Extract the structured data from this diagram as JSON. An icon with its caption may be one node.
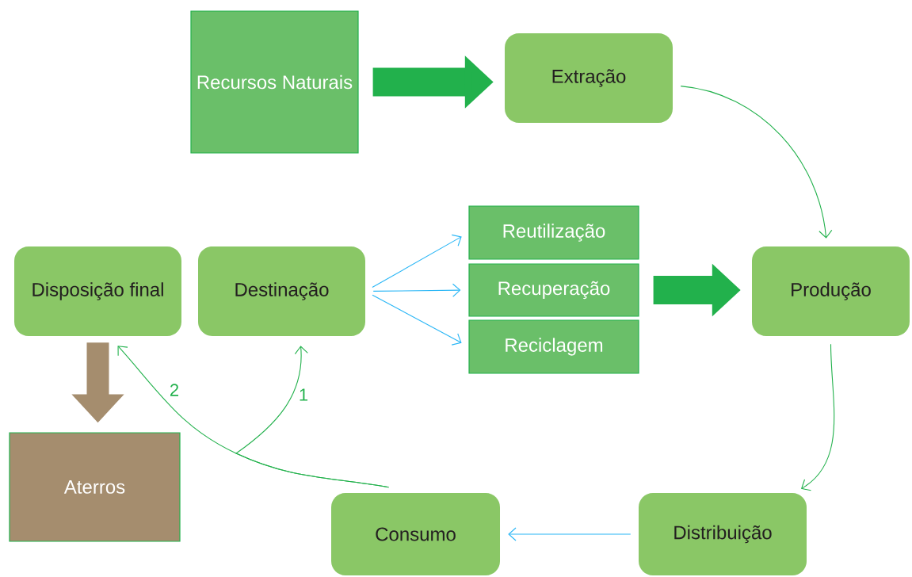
{
  "diagram": {
    "nodes": [
      {
        "text": [
          "Recursos Naturais"
        ]
      },
      {
        "text": [
          "Extração"
        ]
      },
      {
        "text": [
          "Disposição final"
        ]
      },
      {
        "text": [
          "Destinação"
        ]
      },
      {
        "text": [
          "Reutilização"
        ]
      },
      {
        "text": [
          "Recuperação"
        ]
      },
      {
        "text": [
          "Reciclagem"
        ]
      },
      {
        "text": [
          "Produção"
        ]
      },
      {
        "text": [
          "Aterros"
        ]
      },
      {
        "text": [
          "Consumo"
        ]
      },
      {
        "text": [
          "Distribuição"
        ]
      }
    ],
    "edges": [
      {
        "from": 0,
        "to": 1,
        "arrow": "to",
        "style": "thick"
      },
      {
        "from": 1,
        "to": 7,
        "arrow": "to"
      },
      {
        "from": 3,
        "to": 4,
        "arrow": "to",
        "color": "#29b6f6"
      },
      {
        "from": 3,
        "to": 5,
        "arrow": "to",
        "color": "#29b6f6"
      },
      {
        "from": 3,
        "to": 6,
        "arrow": "to",
        "color": "#29b6f6"
      },
      {
        "from": 5,
        "to": 7,
        "arrow": "to",
        "style": "thick"
      },
      {
        "from": 7,
        "to": 10,
        "arrow": "to"
      },
      {
        "from": 10,
        "to": 9,
        "arrow": "to",
        "color": "#29b6f6"
      },
      {
        "from": 9,
        "to": 2,
        "arrow": "to",
        "label": "2"
      },
      {
        "from": 9,
        "to": 3,
        "arrow": "to",
        "label": "1"
      },
      {
        "from": 2,
        "to": 8,
        "arrow": "to",
        "style": "thick",
        "color": "#a58d6e"
      }
    ]
  }
}
